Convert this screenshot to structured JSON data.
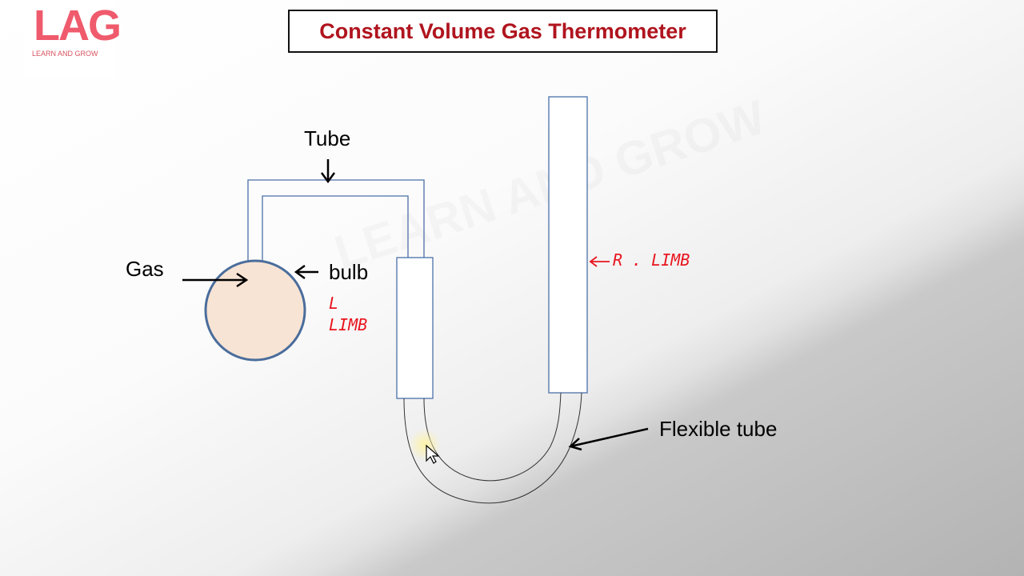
{
  "logo": {
    "text": "LAG",
    "tagline": "LEARN AND GROW"
  },
  "title": "Constant Volume Gas Thermometer",
  "watermark": "LEARN AND GROW",
  "labels": {
    "tube": "Tube",
    "gas": "Gas",
    "bulb": "bulb",
    "flexible_tube": "Flexible tube"
  },
  "handwritten": {
    "left_limb_line1": "L",
    "left_limb_line2": "LIMB",
    "right_limb": "R . LIMB"
  },
  "colors": {
    "title_red": "#b0141e",
    "tube_blue": "#4a70a8",
    "bulb_fill": "#f8e4d4",
    "bulb_stroke": "#4a6d9c",
    "handwriting_red": "#e8141e",
    "logo_pink": "#ef5a6c"
  }
}
